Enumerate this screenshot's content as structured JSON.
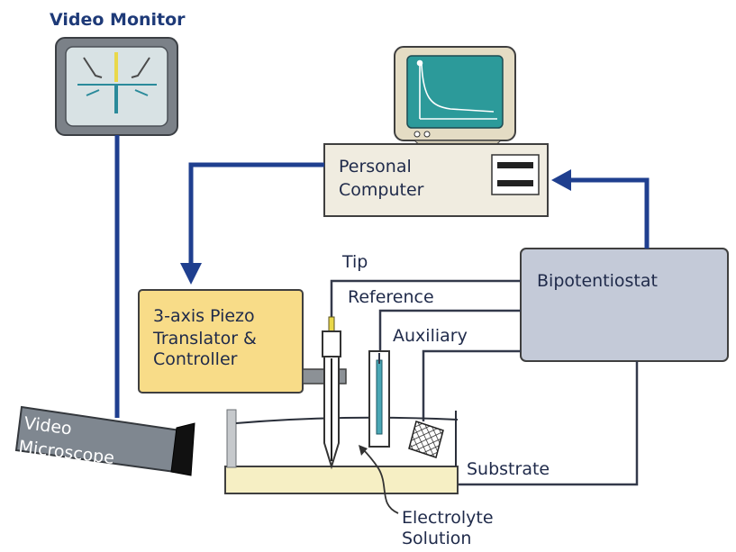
{
  "labels": {
    "video_monitor": "Video Monitor",
    "personal_computer_line1": "Personal",
    "personal_computer_line2": "Computer",
    "bipotentiostat": "Bipotentiostat",
    "piezo_line1": "3-axis Piezo",
    "piezo_line2": "Translator &",
    "piezo_line3": "Controller",
    "tip": "Tip",
    "reference": "Reference",
    "auxiliary": "Auxiliary",
    "substrate": "Substrate",
    "video_microscope_line1": "Video",
    "video_microscope_line2": "Microscope",
    "electrolyte_line1": "Electrolyte",
    "electrolyte_line2": "Solution"
  },
  "colors": {
    "signal_blue": "#1f3f8f",
    "wire_dark": "#33394a",
    "computer_box": "#f0ece0",
    "bipotentiostat_box": "#c4cad8",
    "piezo_box": "#f8dc88",
    "monitor_screen": "#d8e2e4",
    "computer_screen": "#2c9a9a",
    "substrate_fill": "#f6efc4"
  }
}
